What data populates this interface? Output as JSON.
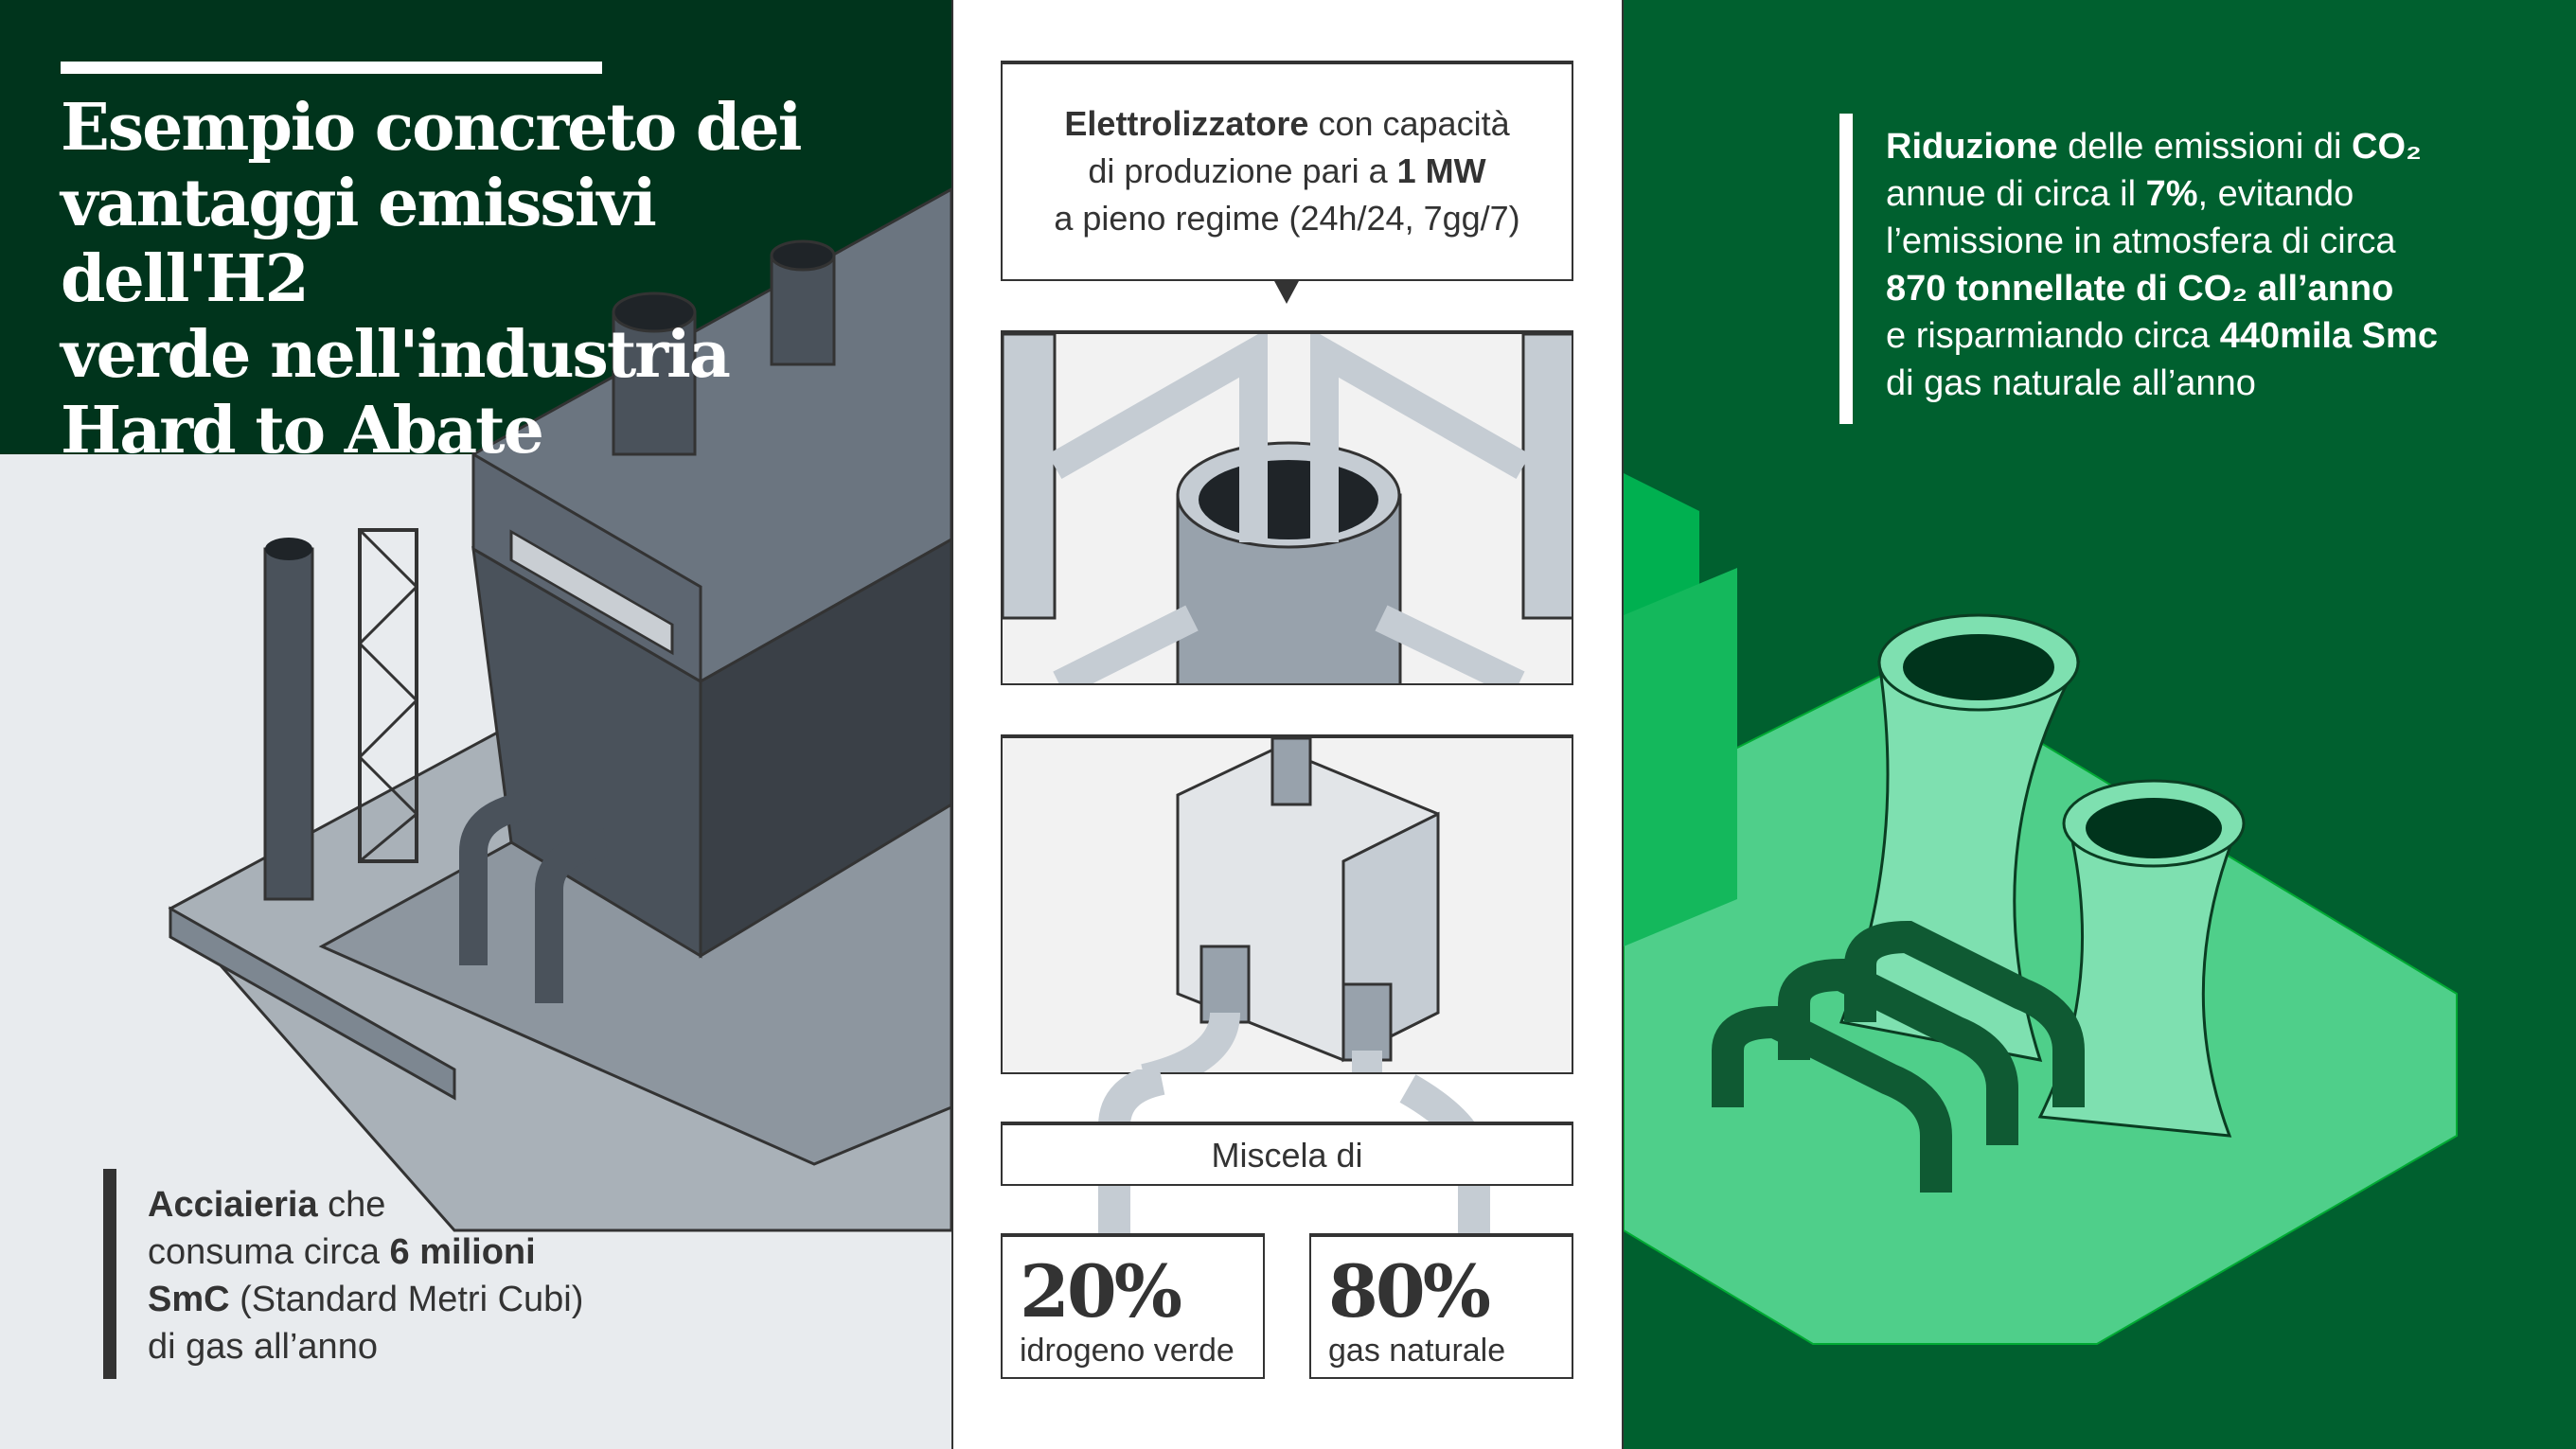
{
  "title": {
    "lines": [
      "Esempio concreto dei",
      "vantaggi emissivi dell'H2",
      "verde nell'industria",
      "Hard to Abate"
    ]
  },
  "electrolyzer": {
    "bold": "Elettrolizzatore",
    "line1_rest": " con capacità",
    "line2_pre": "di produzione pari a ",
    "line2_bold": "1 MW",
    "line3": "a pieno regime (24h/24, 7gg/7)"
  },
  "blend": {
    "label": "Miscela di",
    "hydrogen": {
      "value": "20%",
      "label": "idrogeno verde"
    },
    "gas": {
      "value": "80%",
      "label": "gas naturale"
    }
  },
  "steelworks": {
    "bold1": "Acciaieria",
    "t1": " che",
    "t2": "consuma circa ",
    "bold2": "6 milioni",
    "bold3": "SmC",
    "t3": " (Standard Metri Cubi)",
    "t4": "di gas all’anno"
  },
  "reduction": {
    "bold1": "Riduzione",
    "t1": " delle emissioni di ",
    "bold2": "CO₂",
    "t2": "annue di circa il ",
    "bold3": "7%",
    "t3": ", evitando",
    "t4": "l’emissione in atmosfera di circa",
    "bold4": "870 tonnellate di CO₂ all’anno",
    "t5": "e risparmiando circa ",
    "bold5": "440mila Smc",
    "t6": "di gas naturale all’anno"
  },
  "colors": {
    "dark_green": "#00341c",
    "green": "#00602f",
    "light_green": "#4fcf8a",
    "gray": "#e8ebee"
  }
}
